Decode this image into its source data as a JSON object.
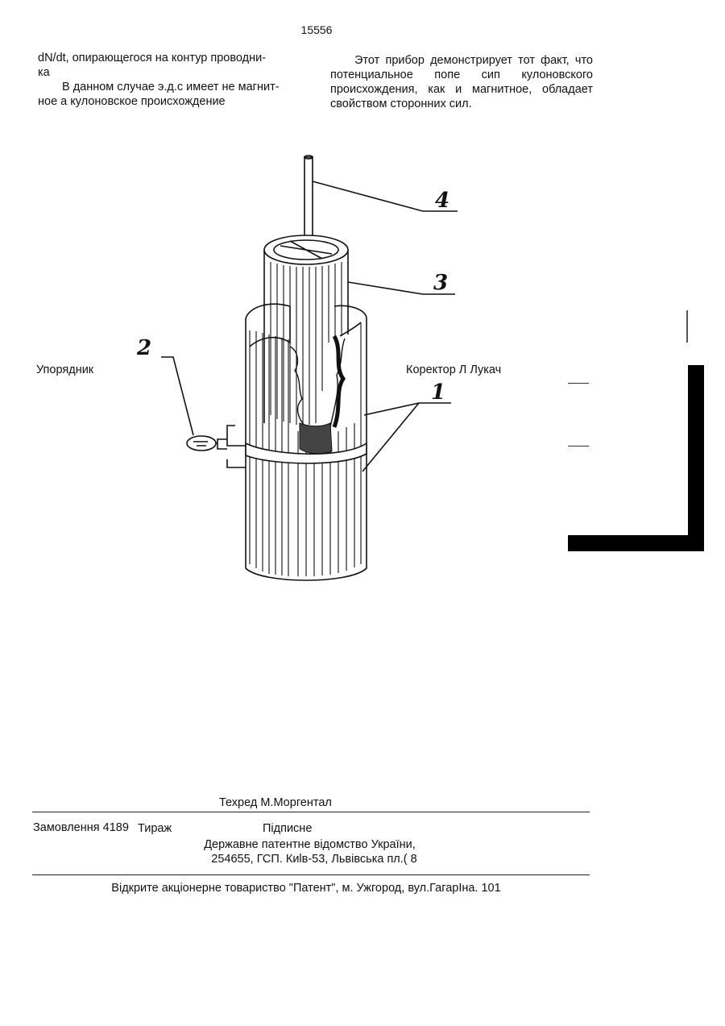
{
  "page_number": "15556",
  "left_column": {
    "line1": "dN/dt, опирающегося на контур проводни-",
    "line2": "ка",
    "para2_line1": "В данном случае э.д.с имеет не магнит-",
    "para2_line2": "ное а кулоновское происхождение"
  },
  "right_column": {
    "para": "Этот прибор демонстрирует тот факт, что потенциальное попе сип кулоновского происхождения, как и магнитное, обладает свойством сторонних сил."
  },
  "compiler": "Упорядник",
  "corrector": "Коректор Л Лукач",
  "figure": {
    "labels": [
      "4",
      "3",
      "2",
      "1"
    ]
  },
  "footer": {
    "techred": "Техред М.Моргентал",
    "order": "Замовлення 4189",
    "tirazh": "Тираж",
    "podpisne": "Підписне",
    "org": "Державне патентне відомство України,",
    "address": "254655, ГСП. Киlв-53, Львівська пл.( 8",
    "publisher": "Відкрите акціонерне товариство \"Патент\", м. Ужгород, вул.ГагарІна. 101"
  }
}
